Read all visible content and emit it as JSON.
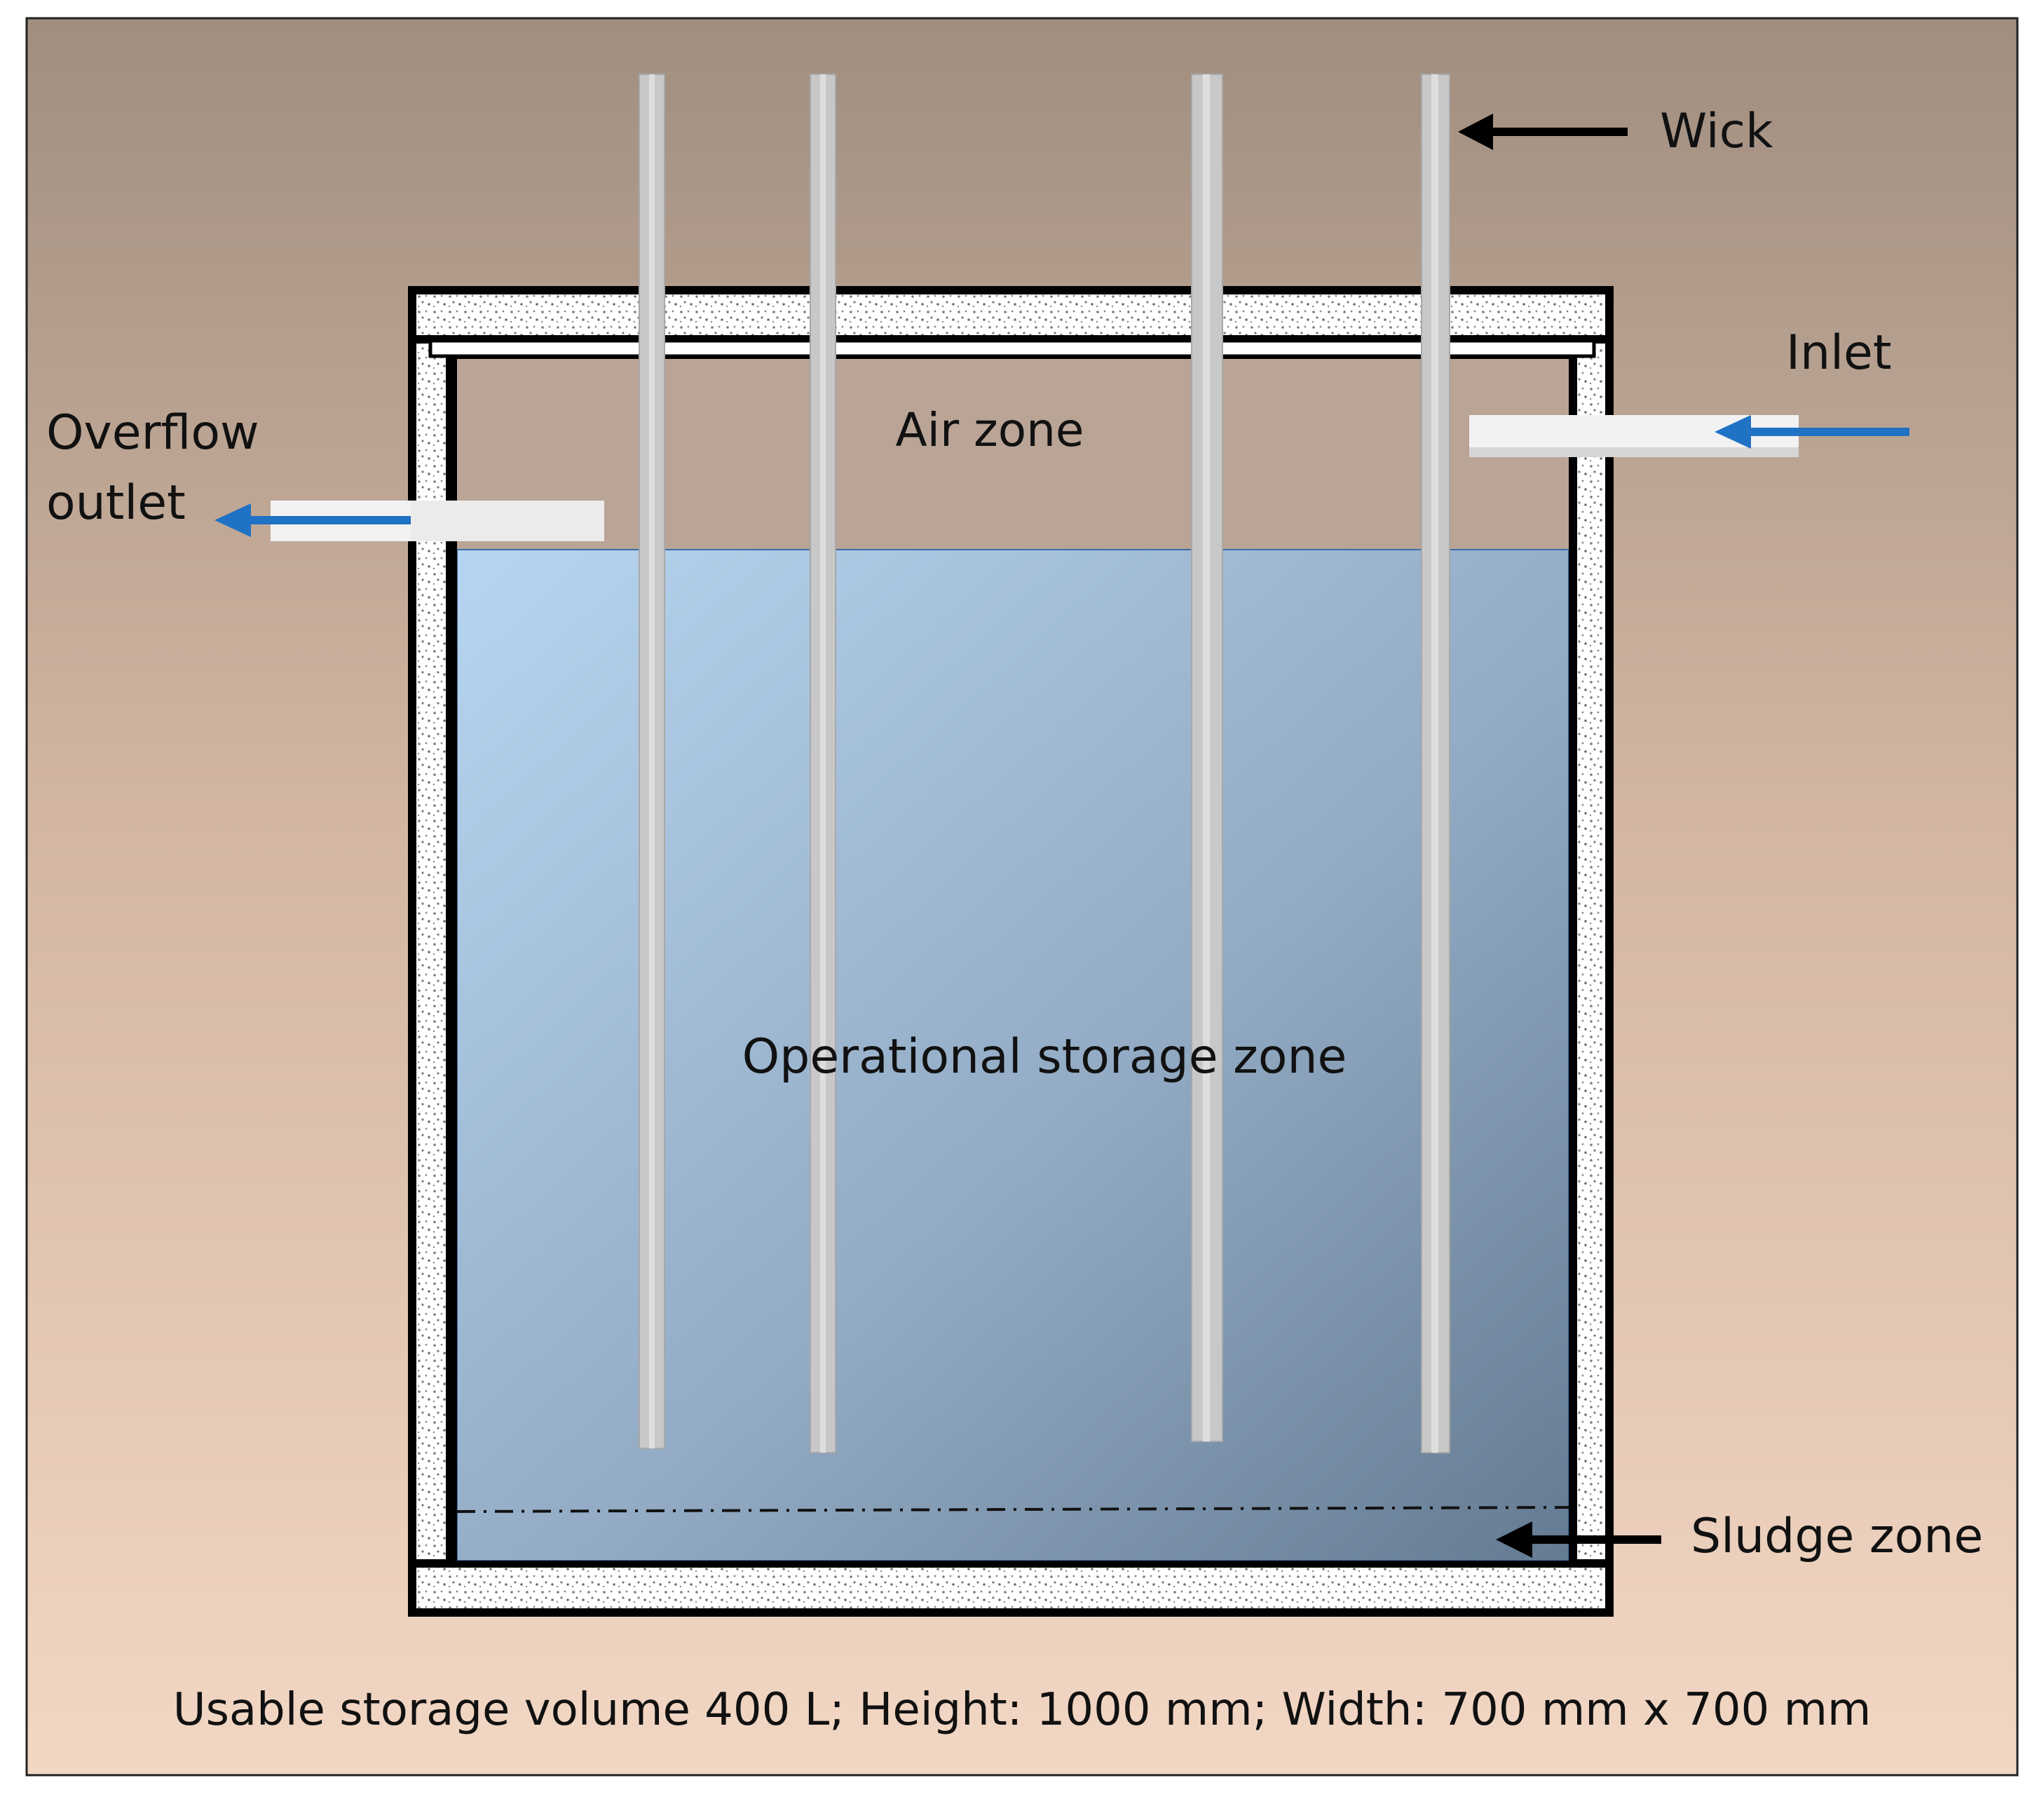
{
  "labels": {
    "wick": "Wick",
    "inlet": "Inlet",
    "overflow_line1": "Overflow",
    "overflow_line2": "outlet",
    "air_zone": "Air zone",
    "operational_zone": "Operational storage zone",
    "sludge_zone": "Sludge zone",
    "caption": "Usable storage volume 400 L; Height: 1000 mm; Width: 700 mm x 700 mm"
  },
  "colors": {
    "background_top": "#a08e80",
    "background_bottom": "#f2d7c4",
    "water_light": "#b7d5f1",
    "water_dark": "#647b92",
    "flow_arrow": "#1f72c4",
    "pointer_arrow": "#000000",
    "insulation": "#ffffff",
    "wick": "#c8c8c8",
    "pipe": "#f2f2f2"
  },
  "icons": {
    "insulation": "dotted-insulation-pattern",
    "flow": "arrow-left-icon"
  }
}
